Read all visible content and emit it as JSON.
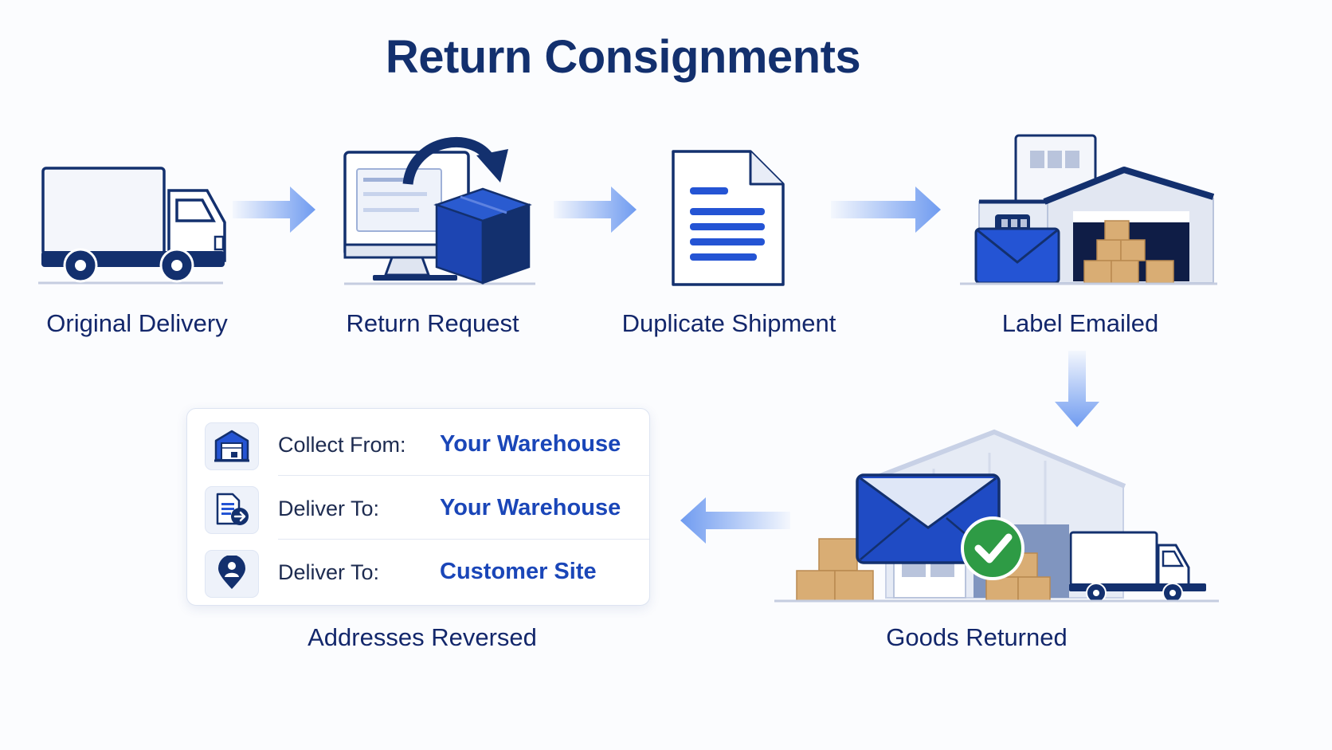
{
  "title": "Return Consignments",
  "steps": [
    {
      "label": "Original Delivery"
    },
    {
      "label": "Return Request"
    },
    {
      "label": "Duplicate Shipment"
    },
    {
      "label": "Label Emailed"
    },
    {
      "label": "Goods Returned"
    },
    {
      "label": "Addresses Reversed"
    }
  ],
  "address_card": {
    "rows": [
      {
        "label": "Collect From:",
        "value": "Your Warehouse",
        "icon": "warehouse-icon"
      },
      {
        "label": "Deliver To:",
        "value": "Your Warehouse",
        "icon": "document-arrow-icon"
      },
      {
        "label": "Deliver To:",
        "value": "Customer Site",
        "icon": "location-pin-person-icon"
      }
    ]
  },
  "colors": {
    "navy": "#13306e",
    "accent_blue": "#1a46b8",
    "arrow_blue": "#6f9bf0",
    "box_tan": "#d9ad74",
    "check_green": "#2e9b45"
  }
}
